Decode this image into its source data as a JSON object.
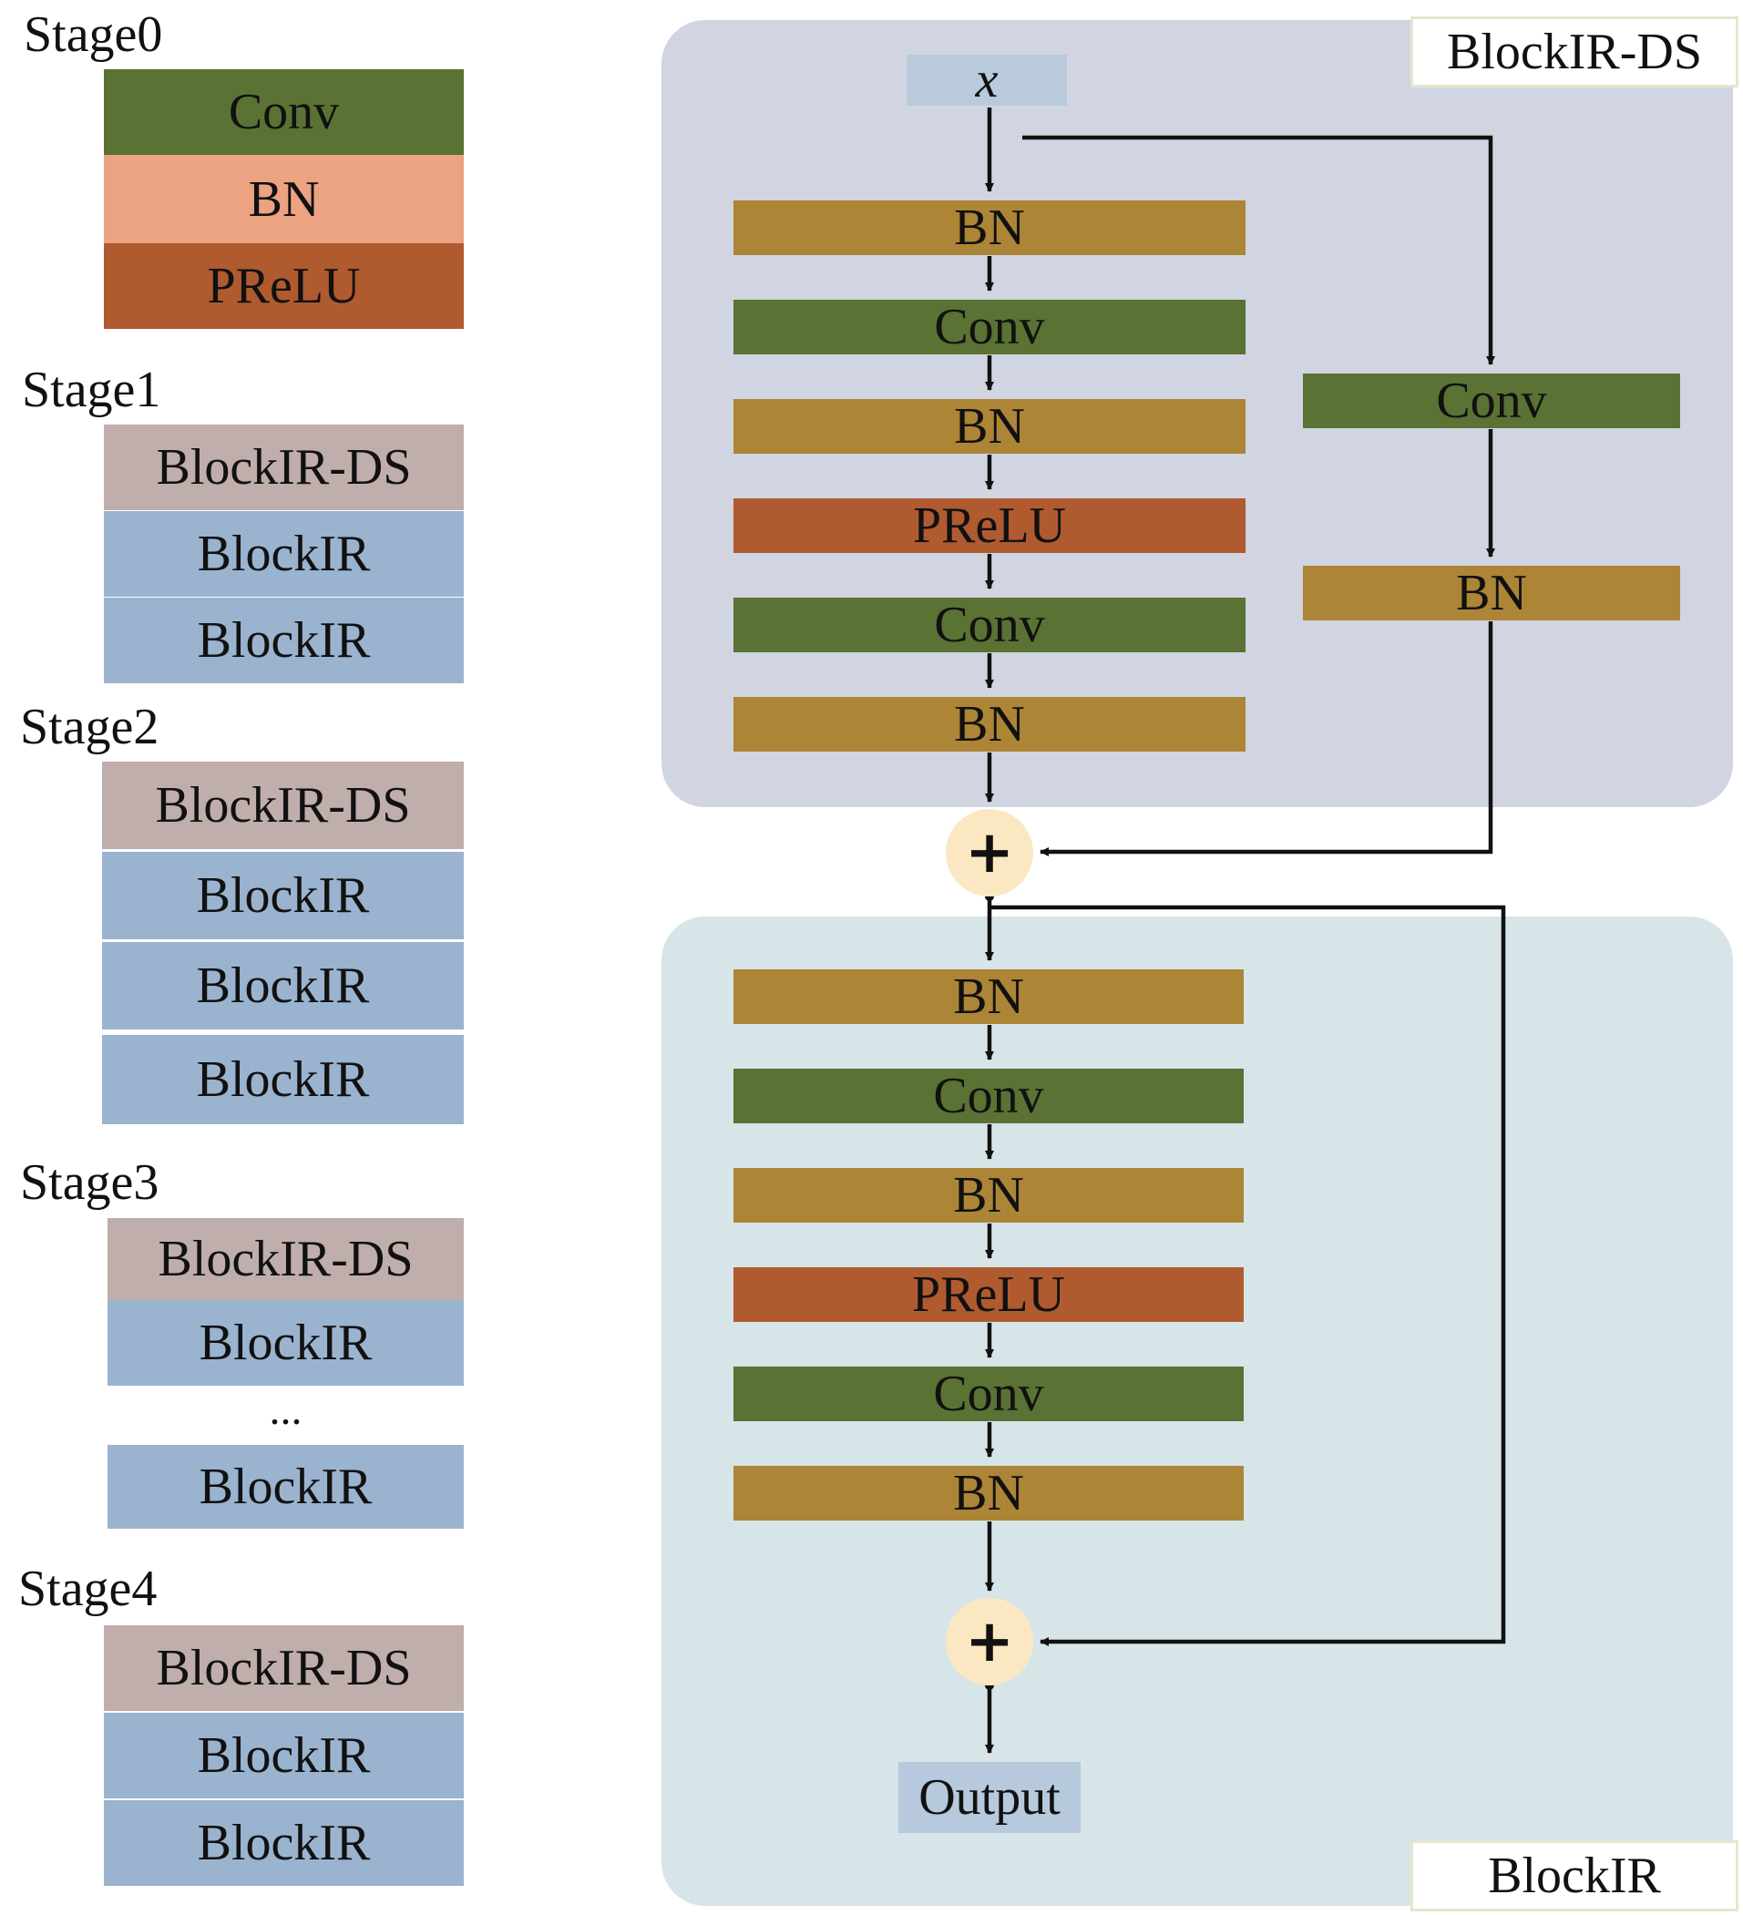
{
  "left": {
    "stage0": {
      "title": "Stage0",
      "rows": [
        "Conv",
        "BN",
        "PReLU"
      ]
    },
    "stage1": {
      "title": "Stage1",
      "rows": [
        "BlockIR-DS",
        "BlockIR",
        "BlockIR"
      ]
    },
    "stage2": {
      "title": "Stage2",
      "rows": [
        "BlockIR-DS",
        "BlockIR",
        "BlockIR",
        "BlockIR"
      ]
    },
    "stage3": {
      "title": "Stage3",
      "rows": [
        "BlockIR-DS",
        "BlockIR",
        "...",
        "BlockIR"
      ]
    },
    "stage4": {
      "title": "Stage4",
      "rows": [
        "BlockIR-DS",
        "BlockIR",
        "BlockIR"
      ]
    }
  },
  "blockds": {
    "label": "BlockIR-DS",
    "input": "x",
    "main": [
      "BN",
      "Conv",
      "BN",
      "PReLU",
      "Conv",
      "BN"
    ],
    "shortcut": [
      "Conv",
      "BN"
    ]
  },
  "add_symbol": "+",
  "blockir": {
    "label": "BlockIR",
    "main": [
      "BN",
      "Conv",
      "BN",
      "PReLU",
      "Conv",
      "BN"
    ],
    "output": "Output"
  },
  "colors": {
    "conv": "#5a7233",
    "bn_stage0": "#eba382",
    "prelu": "#b05a30",
    "blockir_ds": "#bfaeab",
    "blockir": "#9ab3cf",
    "bn": "#ad8537",
    "panel_ds": "#d0d5e1",
    "panel_ir": "#d7e4e8",
    "add_circle": "#fbe8c3"
  }
}
